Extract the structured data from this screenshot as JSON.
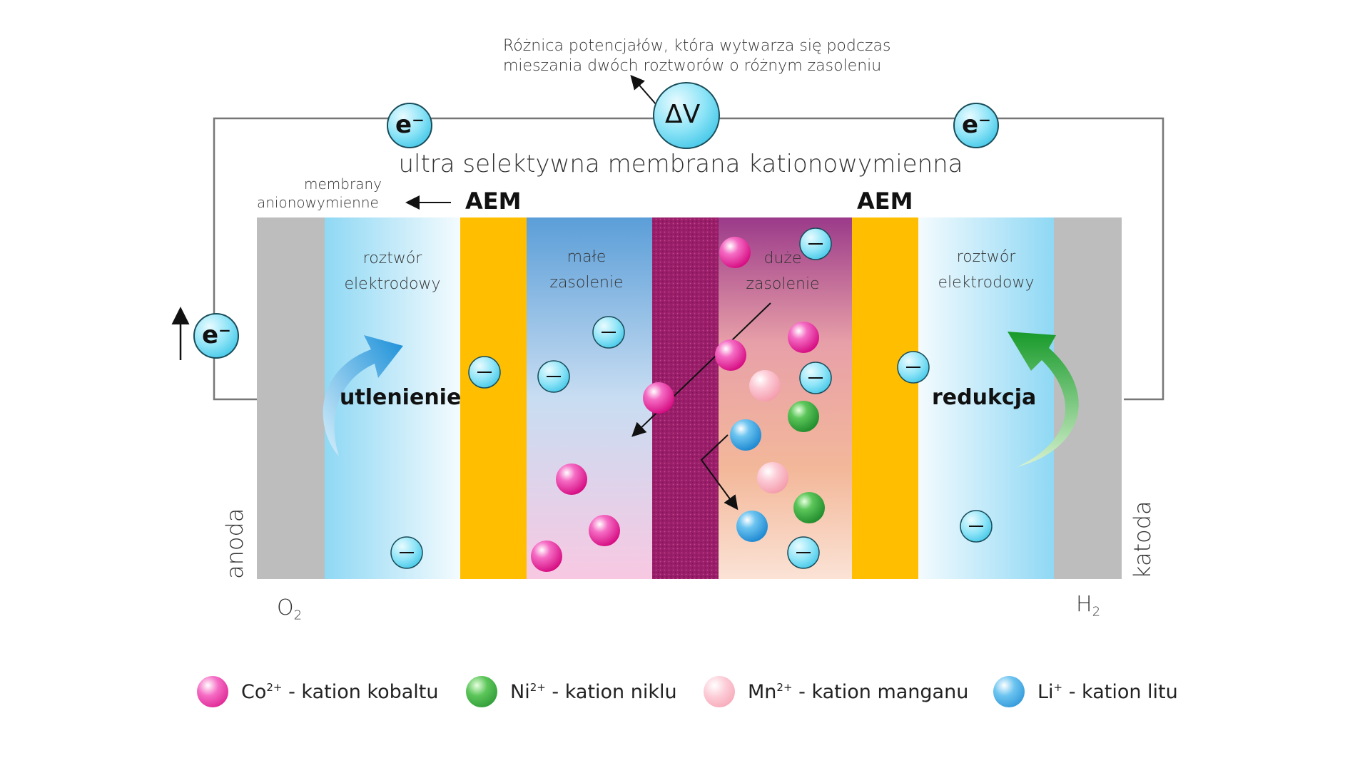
{
  "title_note": {
    "line1": "Różnica potencjałów, która wytwarza się podczas",
    "line2": "mieszania dwóch roztworów o różnym zasoleniu"
  },
  "delta_v": "ΔV",
  "electron": "e⁻",
  "membrane_caption": "ultra selektywna membrana kationowymienna",
  "aem_note": {
    "line1": "membrany",
    "line2": "anionowymienne"
  },
  "aem_label": "AEM",
  "left_solution": {
    "line1": "roztwór",
    "line2": "elektrodowy"
  },
  "right_solution": {
    "line1": "roztwór",
    "line2": "elektrodowy"
  },
  "low_salinity": {
    "line1": "małe",
    "line2": "zasolenie"
  },
  "high_salinity": {
    "line1": "duże",
    "line2": "zasolenie"
  },
  "oxidation": "utlenienie",
  "reduction": "redukcja",
  "anode": "anoda",
  "cathode": "katoda",
  "o2": {
    "base": "O",
    "sub": "2"
  },
  "h2": {
    "base": "H",
    "sub": "2"
  },
  "colors": {
    "cobalt": "#e6179a",
    "nickel": "#2ea836",
    "manganese": "#f7a9b8",
    "lithium": "#2a9fe3",
    "aem": "#ffbf00",
    "electrode": "#bdbdbd",
    "membrane": "#9a1e6a"
  },
  "legend": [
    {
      "ion": "Co",
      "charge": "2+",
      "text": " - kation kobaltu",
      "color_key": "cobalt"
    },
    {
      "ion": "Ni",
      "charge": "2+",
      "text": " - kation niklu",
      "color_key": "nickel"
    },
    {
      "ion": "Mn",
      "charge": "2+",
      "text": " - kation manganu",
      "color_key": "manganese"
    },
    {
      "ion": "Li",
      "charge": "+",
      "text": " - kation litu",
      "color_key": "lithium"
    }
  ]
}
